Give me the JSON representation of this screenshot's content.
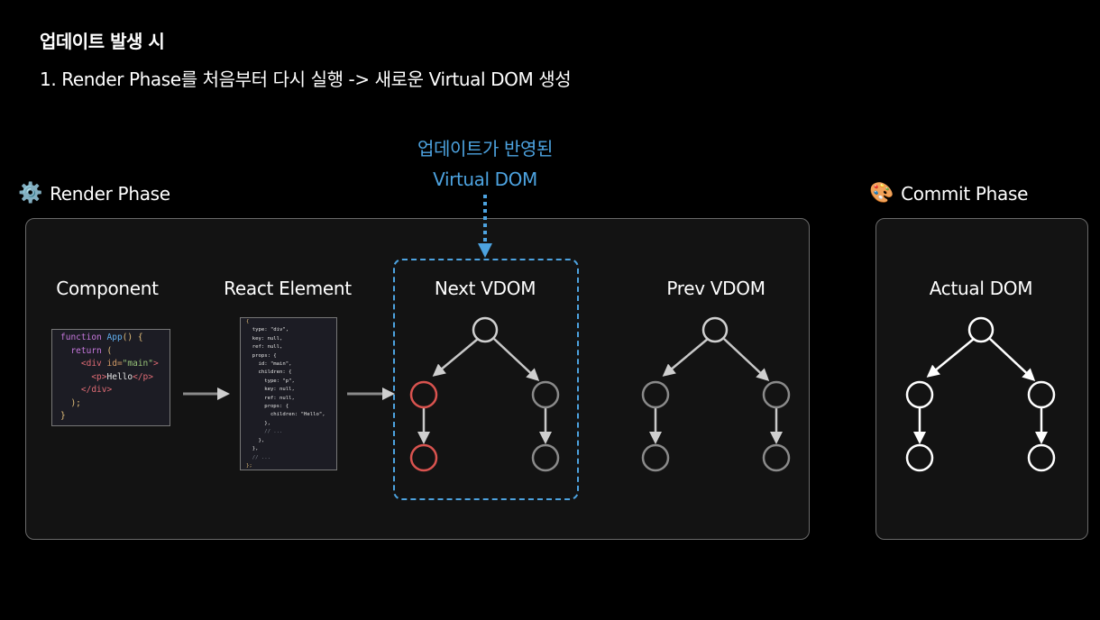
{
  "heading": "업데이트 발생 시",
  "subtitle": "1.  Render Phase를 처음부터 다시 실행 -> 새로운 Virtual DOM 생성",
  "annotation": {
    "line1": "업데이트가 반영된",
    "line2": "Virtual DOM"
  },
  "render_phase": {
    "icon": "gear-icon",
    "emoji": "⚙️",
    "title": "Render Phase",
    "columns": {
      "component": "Component",
      "react_element": "React Element",
      "next_vdom": "Next VDOM",
      "prev_vdom": "Prev VDOM"
    }
  },
  "commit_phase": {
    "icon": "palette-icon",
    "emoji": "🎨",
    "title": "Commit Phase",
    "columns": {
      "actual_dom": "Actual DOM"
    }
  },
  "component_code": {
    "l1_kw": "function",
    "l1_fn": "App",
    "l1_rest": "() {",
    "l2_kw": "return",
    "l2_rest": " (",
    "l3_open": "<div ",
    "l3_attr": "id=",
    "l3_str": "\"main\"",
    "l3_close": ">",
    "l4_open": "<p>",
    "l4_txt": "Hello",
    "l4_close": "</p>",
    "l5": "</div>",
    "l6": ");",
    "l7": "}"
  },
  "element_code": [
    "{",
    "  type: \"div\",",
    "  key: null,",
    "  ref: null,",
    "  props: {",
    "    id: \"main\",",
    "    children: {",
    "      type: \"p\",",
    "      key: null,",
    "      ref: null,",
    "      props: {",
    "        children: \"Hello\",",
    "      },",
    "      // ...",
    "    },",
    "  },",
    "  // ...",
    "};"
  ],
  "colors": {
    "accent_blue": "#4da3e0",
    "changed_node": "#d9534f",
    "gray_node": "#8a8a8a",
    "white_node": "#ffffff"
  }
}
